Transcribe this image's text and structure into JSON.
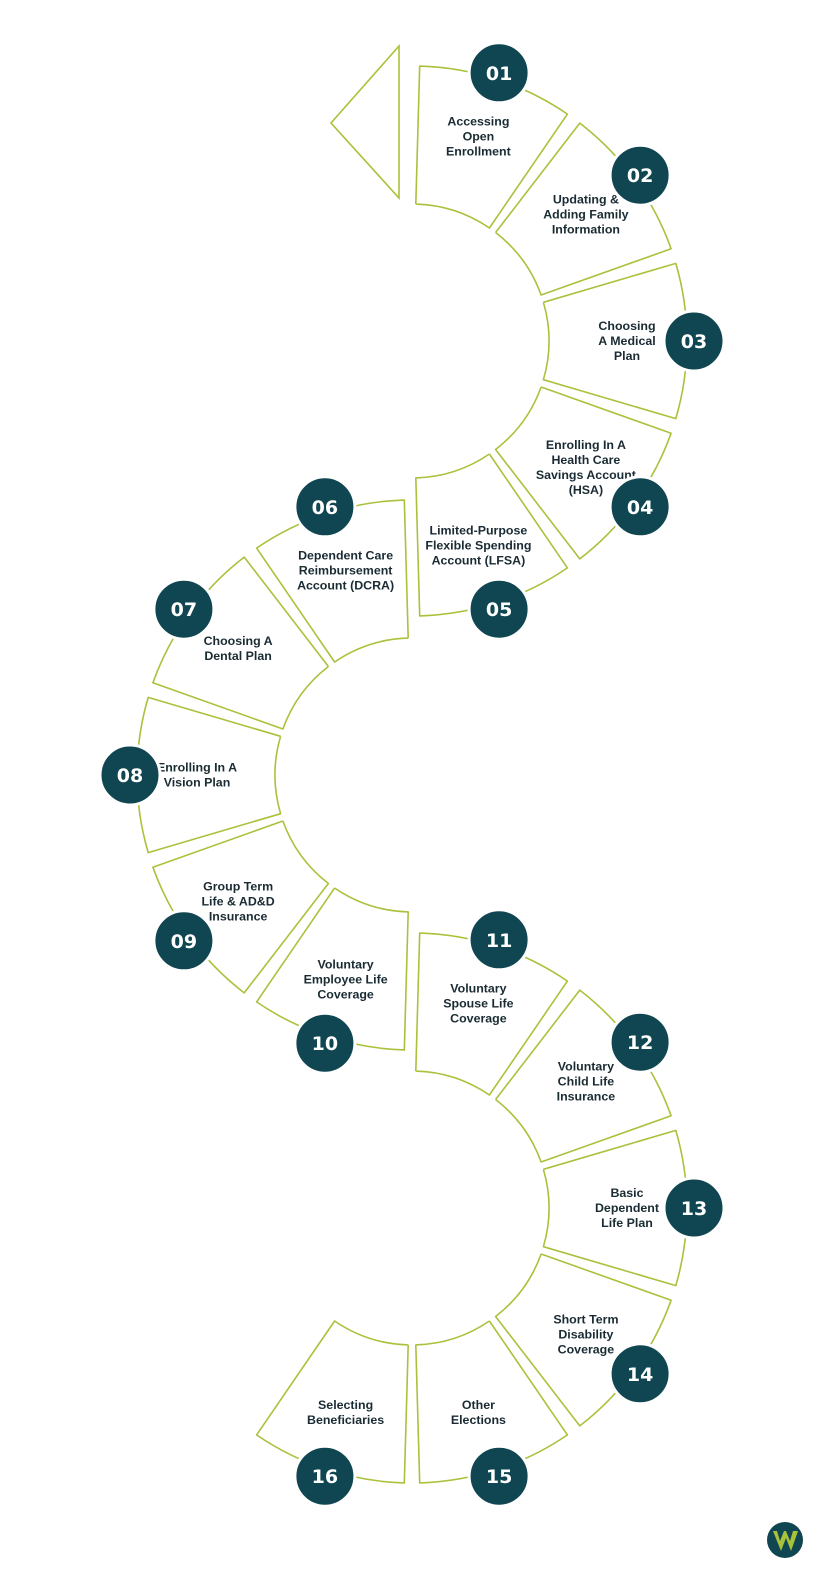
{
  "steps": [
    {
      "number": "01",
      "label": [
        "Accessing",
        "Open",
        "Enrollment"
      ]
    },
    {
      "number": "02",
      "label": [
        "Updating &",
        "Adding Family",
        "Information"
      ]
    },
    {
      "number": "03",
      "label": [
        "Choosing",
        "A Medical",
        "Plan"
      ]
    },
    {
      "number": "04",
      "label": [
        "Enrolling In A",
        "Health Care",
        "Savings Account",
        "(HSA)"
      ]
    },
    {
      "number": "05",
      "label": [
        "Limited-Purpose",
        "Flexible Spending",
        "Account (LFSA)"
      ]
    },
    {
      "number": "06",
      "label": [
        "Dependent Care",
        "Reimbursement",
        "Account (DCRA)"
      ]
    },
    {
      "number": "07",
      "label": [
        "Choosing A",
        "Dental Plan"
      ]
    },
    {
      "number": "08",
      "label": [
        "Enrolling In A",
        "Vision Plan"
      ]
    },
    {
      "number": "09",
      "label": [
        "Group Term",
        "Life & AD&D",
        "Insurance"
      ]
    },
    {
      "number": "10",
      "label": [
        "Voluntary",
        "Employee Life",
        "Coverage"
      ]
    },
    {
      "number": "11",
      "label": [
        "Voluntary",
        "Spouse Life",
        "Coverage"
      ]
    },
    {
      "number": "12",
      "label": [
        "Voluntary",
        "Child Life",
        "Insurance"
      ]
    },
    {
      "number": "13",
      "label": [
        "Basic",
        "Dependent",
        "Life Plan"
      ]
    },
    {
      "number": "14",
      "label": [
        "Short Term",
        "Disability",
        "Coverage"
      ]
    },
    {
      "number": "15",
      "label": [
        "Other",
        "Elections"
      ]
    },
    {
      "number": "16",
      "label": [
        "Selecting",
        "Beneficiaries"
      ]
    }
  ],
  "colors": {
    "accent_line": "#a9c23c",
    "circle_fill": "#0f4652",
    "label_text": "#1a2b33",
    "background": "#ffffff"
  },
  "icons": {
    "start_marker": "arrow-head-icon",
    "brand_logo": "company-logo-icon"
  }
}
